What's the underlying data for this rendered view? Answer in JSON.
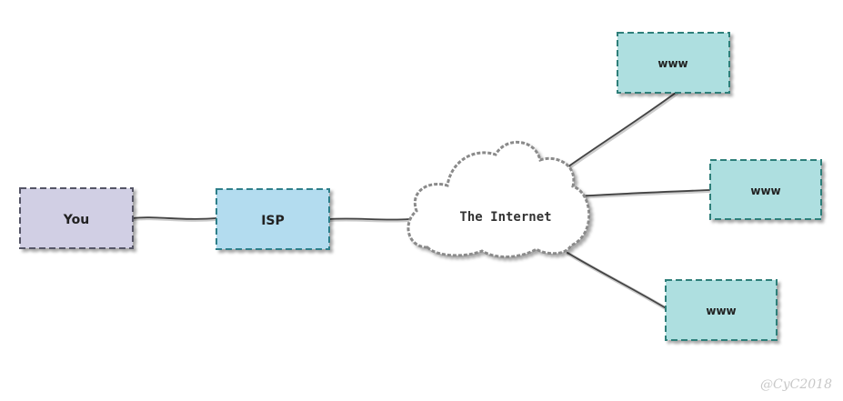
{
  "nodes": {
    "you": {
      "label": "You",
      "fill": "#d1cfe4",
      "stroke": "#555566"
    },
    "isp": {
      "label": "ISP",
      "fill": "#b3dcef",
      "stroke": "#2e7f8a"
    },
    "internet": {
      "label": "The Internet",
      "fill": "#ffffff",
      "stroke": "#8a8a8a"
    },
    "www_top": {
      "label": "www",
      "fill": "#aedfe0",
      "stroke": "#2e7f7a"
    },
    "www_middle": {
      "label": "www",
      "fill": "#aedfe0",
      "stroke": "#2e7f7a"
    },
    "www_bottom": {
      "label": "www",
      "fill": "#aedfe0",
      "stroke": "#2e7f7a"
    }
  },
  "watermark": "@CyC2018"
}
